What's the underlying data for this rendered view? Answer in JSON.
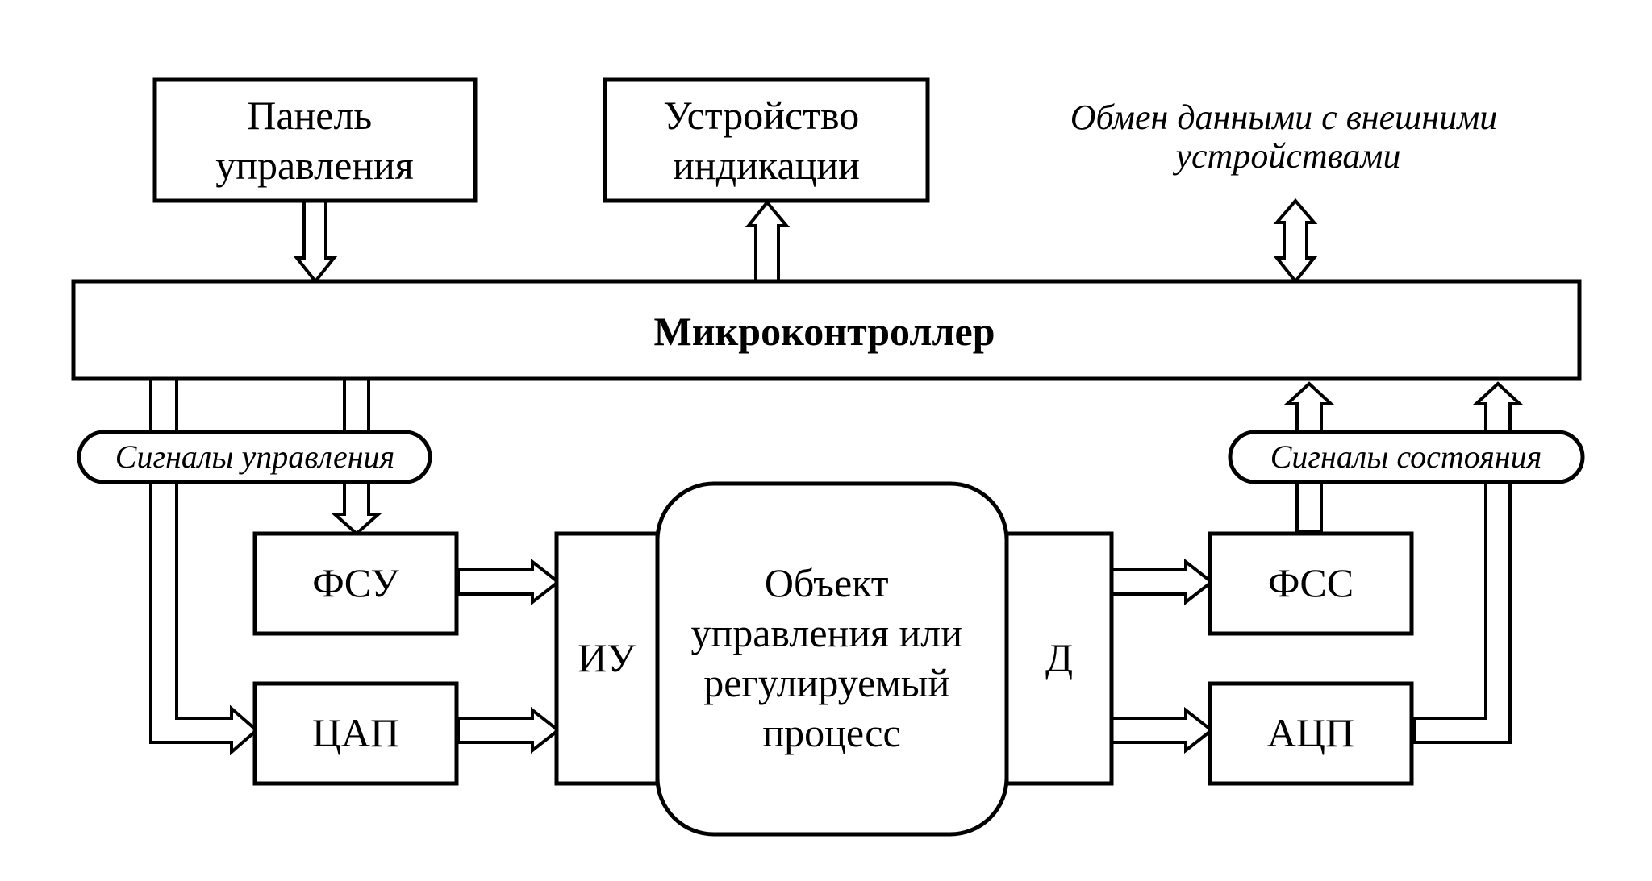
{
  "diagram": {
    "panel": [
      "Панель",
      "управления"
    ],
    "display": [
      "Устройство",
      "индикации"
    ],
    "external": [
      "Обмен данными с внешними",
      "устройствами"
    ],
    "microcontroller": "Микроконтроллер",
    "control_signals": "Сигналы управления",
    "state_signals": "Сигналы состояния",
    "fsu": "ФСУ",
    "dac": "ЦАП",
    "actuator": "ИУ",
    "object": [
      "Объект",
      "управления или",
      "регулируемый",
      "процесс"
    ],
    "sensor": "Д",
    "fss": "ФСС",
    "adc": "АЦП"
  }
}
